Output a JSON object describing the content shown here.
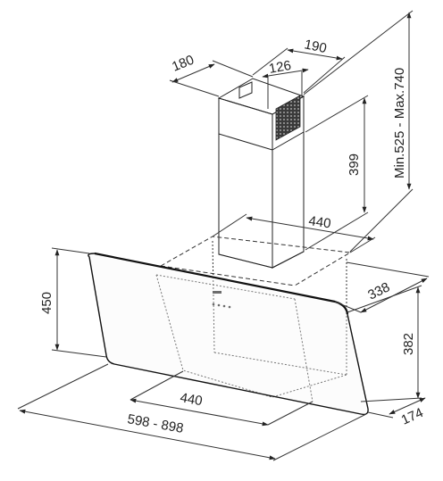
{
  "dimensions": {
    "chimney_depth": "180",
    "chimney_width": "190",
    "outlet_width": "126",
    "chimney_height": "399",
    "total_height_range": "Min.525 - Max.740",
    "chimney_base_width": "440",
    "canopy_depth": "338",
    "panel_height": "450",
    "body_height": "382",
    "bottom_depth": "174",
    "bracket_width": "440",
    "overall_width_range": "598 - 898"
  },
  "colors": {
    "line": "#222222",
    "chimney_side": "#c9c9c9",
    "chimney_band": "#9a9a9a",
    "vent_grille": "#3a3a3a",
    "glass_panel": "#f7f7f7"
  }
}
